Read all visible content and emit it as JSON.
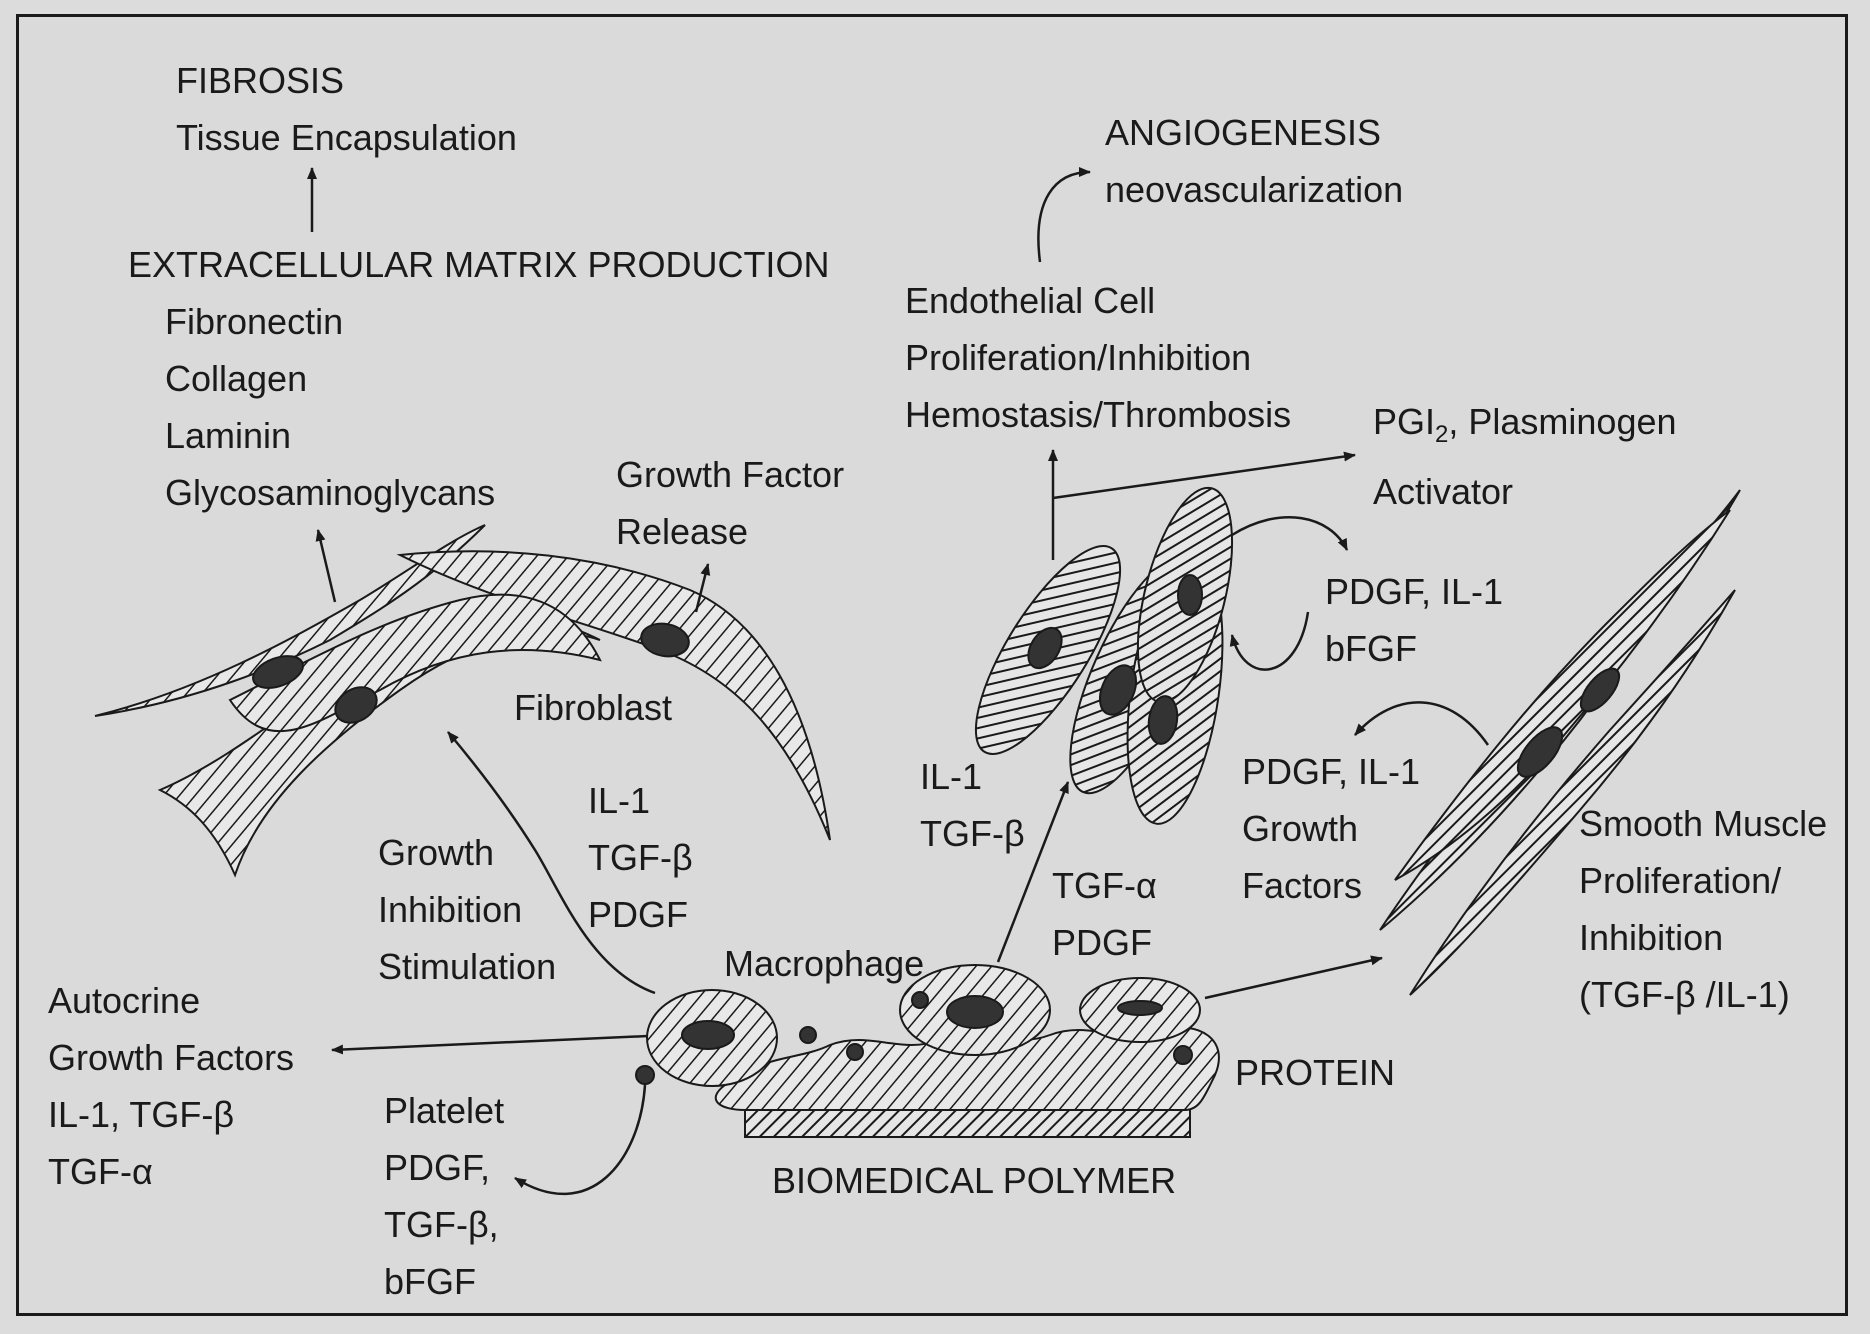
{
  "outcomes": {
    "fibrosis_title": "FIBROSIS",
    "fibrosis_sub": "Tissue Encapsulation",
    "ecm_title": "EXTRACELLULAR MATRIX PRODUCTION",
    "ecm_items": [
      "Fibronectin",
      "Collagen",
      "Laminin",
      "Glycosaminoglycans"
    ],
    "angiogenesis_title": "ANGIOGENESIS",
    "angiogenesis_sub": "neovascularization"
  },
  "growth_factor_release": [
    "Growth Factor",
    "Release"
  ],
  "endothelial": [
    "Endothelial Cell",
    "Proliferation/Inhibition",
    "Hemostasis/Thrombosis"
  ],
  "pgi2": {
    "prefix": "PGI",
    "sub": "2",
    "suffix": ", Plasminogen",
    "line2": "Activator"
  },
  "pdgf_il1_bfgf": [
    "PDGF, IL-1",
    "bFGF"
  ],
  "pdgf_il1_growth": [
    "PDGF, IL-1",
    "Growth",
    "Factors"
  ],
  "smooth_muscle": [
    "Smooth Muscle",
    "Proliferation/",
    "Inhibition",
    "(TGF-β /IL-1)"
  ],
  "cells": {
    "fibroblast": "Fibroblast",
    "macrophage": "Macrophage",
    "protein": "PROTEIN",
    "polymer": "BIOMEDICAL POLYMER"
  },
  "il1_tgfb_pdgf": [
    "IL-1",
    "TGF-β",
    "PDGF"
  ],
  "il1_tgfb": [
    "IL-1",
    "TGF-β"
  ],
  "tgfa_pdgf": [
    "TGF-α",
    "PDGF"
  ],
  "growth_inhibition": [
    "Growth",
    "Inhibition",
    "Stimulation"
  ],
  "autocrine": [
    "Autocrine",
    "Growth Factors",
    "IL-1, TGF-β",
    "TGF-α"
  ],
  "platelet": [
    "Platelet",
    "PDGF,",
    "TGF-β,",
    "bFGF"
  ]
}
